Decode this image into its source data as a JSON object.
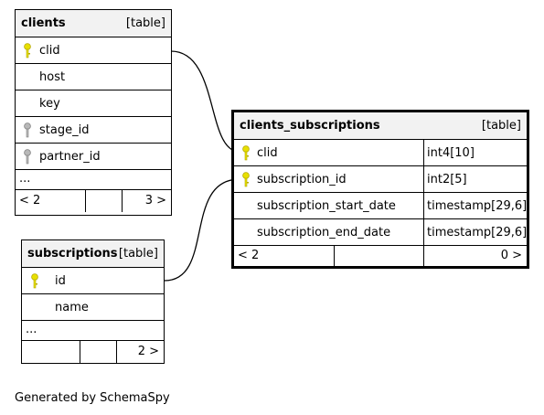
{
  "footer": "Generated by SchemaSpy",
  "clients": {
    "name": "clients",
    "kind": "[table]",
    "columns": [
      {
        "name": "clid",
        "key": "primary"
      },
      {
        "name": "host",
        "key": "none"
      },
      {
        "name": "key",
        "key": "none"
      },
      {
        "name": "stage_id",
        "key": "foreign"
      },
      {
        "name": "partner_id",
        "key": "foreign"
      }
    ],
    "more": "...",
    "parents": "< 2",
    "children": "3 >"
  },
  "subscriptions": {
    "name": "subscriptions",
    "kind": "[table]",
    "columns": [
      {
        "name": "id",
        "key": "primary"
      },
      {
        "name": "name",
        "key": "none"
      }
    ],
    "more": "...",
    "parents": "",
    "children": "2 >"
  },
  "clients_subscriptions": {
    "name": "clients_subscriptions",
    "kind": "[table]",
    "columns": [
      {
        "name": "clid",
        "type": "int4[10]",
        "key": "primary"
      },
      {
        "name": "subscription_id",
        "type": "int2[5]",
        "key": "primary"
      },
      {
        "name": "subscription_start_date",
        "type": "timestamp[29,6]",
        "key": "none"
      },
      {
        "name": "subscription_end_date",
        "type": "timestamp[29,6]",
        "key": "none"
      }
    ],
    "parents": "< 2",
    "children": "0 >"
  },
  "colors": {
    "primary_key": "#e8e000",
    "foreign_key": "#a0a0a0",
    "header_bg": "#f2f2f2"
  }
}
